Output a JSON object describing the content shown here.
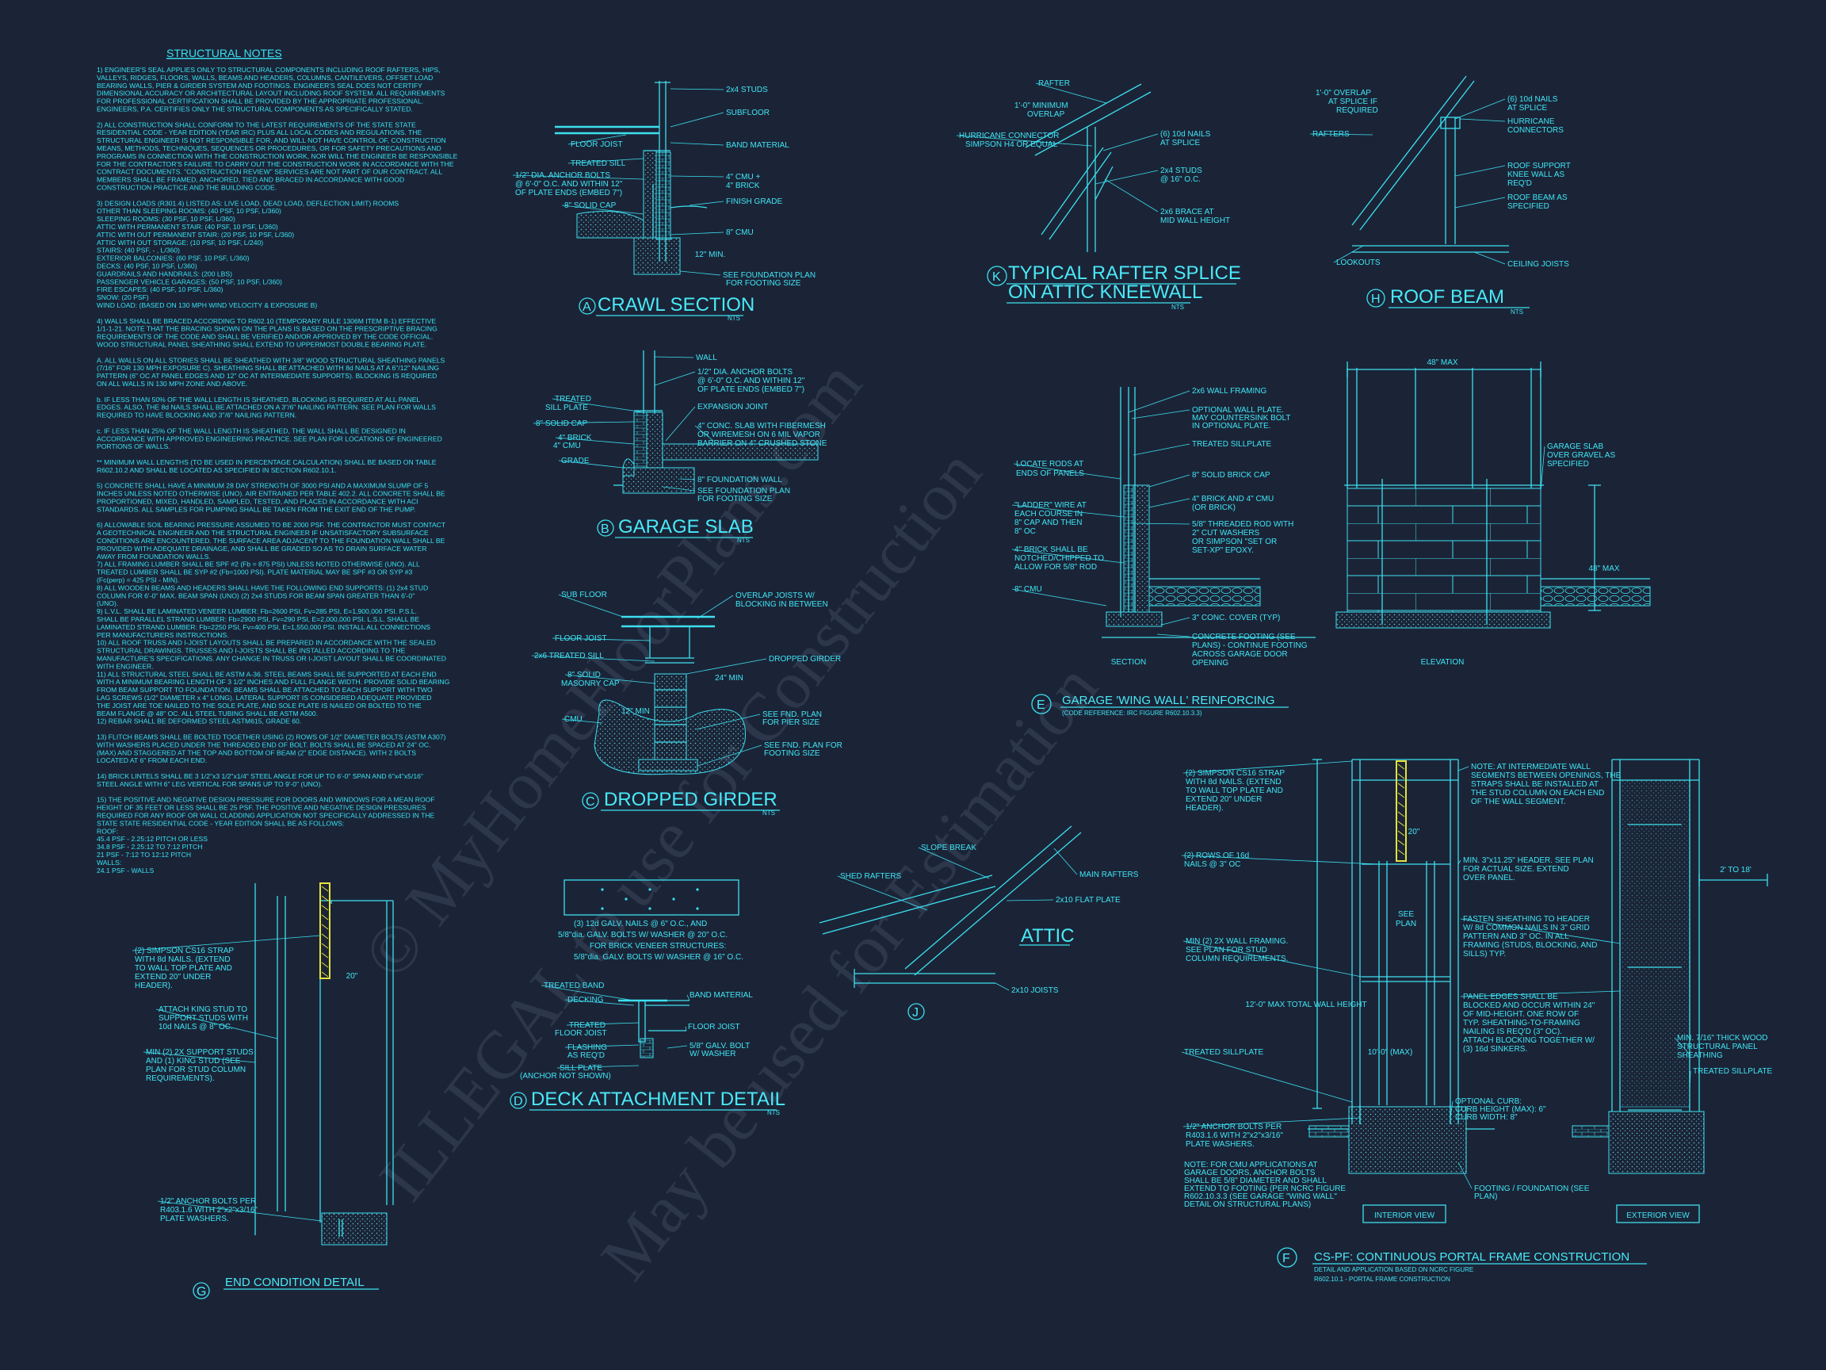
{
  "notes": {
    "title": "STRUCTURAL NOTES",
    "lines": [
      "1) ENGINEER'S SEAL APPLIES ONLY TO STRUCTURAL COMPONENTS INCLUDING ROOF RAFTERS, HIPS,",
      "VALLEYS, RIDGES, FLOORS, WALLS, BEAMS AND HEADERS, COLUMNS, CANTILEVERS, OFFSET LOAD",
      "BEARING WALLS, PIER & GIRDER SYSTEM AND FOOTINGS. ENGINEER'S SEAL DOES NOT CERTIFY",
      "DIMENSIONAL ACCURACY OR ARCHITECTURAL LAYOUT INCLUDING ROOF SYSTEM. ALL REQUIREMENTS",
      "FOR PROFESSIONAL CERTIFICATION SHALL BE PROVIDED BY THE APPROPRIATE PROFESSIONAL.",
      "ENGINEERS, P.A. CERTIFIES ONLY THE STRUCTURAL COMPONENTS AS SPECIFICALLY STATED.",
      "",
      "2) ALL CONSTRUCTION SHALL CONFORM TO THE LATEST REQUIREMENTS OF THE STATE STATE",
      "RESIDENTIAL CODE - YEAR EDITION (YEAR IRC) PLUS ALL LOCAL CODES AND REGULATIONS. THE",
      "STRUCTURAL ENGINEER IS NOT RESPONSIBLE FOR, AND WILL NOT HAVE CONTROL OF, CONSTRUCTION",
      "MEANS, METHODS, TECHNIQUES, SEQUENCES OR PROCEDURES, OR FOR SAFETY PRECAUTIONS AND",
      "PROGRAMS IN CONNECTION WITH THE CONSTRUCTION WORK, NOR WILL THE ENGINEER BE RESPONSIBLE",
      "FOR THE CONTRACTOR'S FAILURE TO CARRY OUT THE CONSTRUCTION WORK IN ACCORDANCE WITH THE",
      "CONTRACT DOCUMENTS. \"CONSTRUCTION REVIEW\" SERVICES ARE NOT PART OF OUR CONTRACT. ALL",
      "MEMBERS SHALL BE FRAMED, ANCHORED, TIED AND BRACED IN ACCORDANCE WITH GOOD",
      "CONSTRUCTION PRACTICE AND THE BUILDING CODE.",
      "",
      "3) DESIGN LOADS (R301.4) LISTED AS: LIVE LOAD, DEAD LOAD, DEFLECTION LIMIT) ROOMS",
      "OTHER THAN SLEEPING ROOMS: (40 PSF, 10 PSF, L/360)",
      "SLEEPING ROOMS: (30 PSF, 10 PSF, L/360)",
      "ATTIC WITH PERMANENT STAIR: (40 PSF, 10 PSF, L/360)",
      "ATTIC WITH OUT PERMANENT STAIR: (20 PSF, 10 PSF, L/360)",
      "ATTIC WITH OUT STORAGE: (10 PSF, 10 PSF, L/240)",
      "STAIRS: (40 PSF, - , L/360)",
      "EXTERIOR BALCONIES: (60 PSF, 10 PSF, L/360)",
      "DECKS: (40 PSF, 10 PSF, L/360)",
      "GUARDRAILS AND HANDRAILS: (200 LBS)",
      "PASSENGER VEHICLE GARAGES: (50 PSF, 10 PSF, L/360)",
      "FIRE ESCAPES: (40 PSF, 10 PSF, L/360)",
      "SNOW: (20    PSF)",
      "WIND LOAD: (BASED ON 130 MPH WIND VELOCITY & EXPOSURE B)",
      "",
      "4) WALLS SHALL BE BRACED ACCORDING TO R602.10 (TEMPORARY RULE 1306M ITEM B-1) EFFECTIVE",
      "1/1-1-21. NOTE THAT THE BRACING SHOWN ON THE PLANS IS BASED ON THE PRESCRIPTIVE BRACING",
      "REQUIREMENTS OF THE CODE AND SHALL BE VERIFIED AND/OR APPROVED BY THE CODE OFFICIAL.",
      "WOOD STRUCTURAL PANEL SHEATHING SHALL EXTEND TO UPPERMOST DOUBLE BEARING PLATE.",
      "",
      "A. ALL WALLS ON ALL STORIES SHALL BE SHEATHED WITH 3/8\" WOOD STRUCTURAL SHEATHING PANELS",
      "(7/16\" FOR 130 MPH EXPOSURE C). SHEATHING SHALL BE ATTACHED WITH 8d NAILS AT A 6\"/12\" NAILING",
      "PATTERN (6\" OC AT PANEL EDGES AND 12\" OC AT INTERMEDIATE SUPPORTS). BLOCKING IS REQUIRED",
      "ON ALL WALLS IN 130 MPH ZONE AND ABOVE.",
      "",
      "b. IF LESS THAN 50% OF THE WALL LENGTH IS SHEATHED, BLOCKING IS REQUIRED AT ALL PANEL",
      "EDGES. ALSO, THE 8d NAILS SHALL BE ATTACHED ON A 3\"/6\" NAILING PATTERN. SEE PLAN FOR WALLS",
      "REQUIRED TO HAVE BLOCKING AND 3\"/6\" NAILING PATTERN.",
      "",
      "c. IF LESS THAN 25% OF THE WALL LENGTH IS SHEATHED, THE WALL SHALL BE DESIGNED IN",
      "ACCORDANCE WITH APPROVED ENGINEERING PRACTICE. SEE PLAN FOR LOCATIONS OF ENGINEERED",
      "PORTIONS OF WALLS.",
      "",
      "** MINIMUM WALL LENGTHS (TO BE USED IN PERCENTAGE CALCULATION) SHALL BE BASED ON TABLE",
      "R602.10.2 AND SHALL BE LOCATED AS SPECIFIED IN SECTION R602.10.1.",
      "",
      "5) CONCRETE SHALL HAVE A MINIMUM 28 DAY STRENGTH OF 3000 PSI AND A MAXIMUM SLUMP OF 5",
      "INCHES UNLESS NOTED OTHERWISE (UNO). AIR ENTRAINED PER TABLE 402.2. ALL CONCRETE SHALL BE",
      "PROPORTIONED, MIXED, HANDLED, SAMPLED, TESTED, AND PLACED IN ACCORDANCE WITH ACI",
      "STANDARDS. ALL SAMPLES FOR PUMPING SHALL BE TAKEN FROM THE EXIT END OF THE PUMP.",
      "",
      "6) ALLOWABLE SOIL BEARING PRESSURE ASSUMED TO BE 2000 PSF. THE CONTRACTOR MUST CONTACT",
      "A GEOTECHNICAL ENGINEER AND THE STRUCTURAL ENGINEER IF UNSATISFACTORY SUBSURFACE",
      "CONDITIONS ARE ENCOUNTERED. THE SURFACE AREA ADJACENT TO THE FOUNDATION WALL SHALL BE",
      "PROVIDED WITH ADEQUATE DRAINAGE, AND SHALL BE GRADED SO AS TO DRAIN SURFACE WATER",
      "AWAY FROM FOUNDATION WALLS.",
      "7) ALL FRAMING LUMBER SHALL BE SPF #2 (Fb = 875 PSI) UNLESS NOTED OTHERWISE (UNO). ALL",
      "TREATED LUMBER SHALL BE SYP #2 (Fb=1000 PSI). PLATE MATERIAL MAY BE SPF #3 OR SYP #3",
      "(Fc(perp) = 425 PSI - MIN).",
      "8) ALL WOODEN BEAMS AND HEADERS SHALL HAVE THE FOLLOWING END SUPPORTS: (1) 2x4 STUD",
      "COLUMN FOR 6'-0\" MAX. BEAM SPAN (UNO) (2) 2x4 STUDS FOR BEAM SPAN GREATER THAN 6'-0\"",
      "(UNO).",
      "9) L.V.L. SHALL BE LAMINATED VENEER LUMBER: Fb=2600 PSI, Fv=285 PSI, E=1,900,000 PSI. P.S.L.",
      "SHALL BE PARALLEL STRAND LUMBER: Fb=2900 PSI, Fv=290 PSI, E=2,000,000 PSI. L.S.L. SHALL BE",
      "LAMINATED STRAND LUMBER: Fb=2250 PSI, Fv=400 PSI, E=1,550,000 PSI. INSTALL ALL CONNECTIONS",
      "PER MANUFACTURERS INSTRUCTIONS.",
      "10) ALL ROOF TRUSS AND I-JOIST LAYOUTS SHALL BE PREPARED IN ACCORDANCE WITH THE SEALED",
      "STRUCTURAL DRAWINGS. TRUSSES AND I-JOISTS SHALL BE INSTALLED ACCORDING TO THE",
      "MANUFACTURE'S SPECIFICATIONS. ANY CHANGE IN TRUSS OR I-JOIST LAYOUT SHALL BE COORDINATED",
      "WITH ENGINEER.",
      "11) ALL STRUCTURAL STEEL SHALL BE ASTM A-36. STEEL BEAMS SHALL BE SUPPORTED AT EACH END",
      "WITH A MINIMUM BEARING LENGTH OF 3 1/2\" INCHES AND FULL FLANGE WIDTH. PROVIDE SOLID BEARING",
      "FROM BEAM SUPPORT TO FOUNDATION. BEAMS SHALL BE ATTACHED TO EACH SUPPORT WITH TWO",
      "LAG SCREWS (1/2\" DIAMETER x 4\" LONG). LATERAL SUPPORT IS CONSIDERED ADEQUATE PROVIDED",
      "THE JOIST ARE TOE NAILED TO THE SOLE PLATE, AND SOLE PLATE IS NAILED OR BOLTED TO THE",
      "BEAM FLANGE @ 48\" OC. ALL STEEL TUBING SHALL BE ASTM A500.",
      "12) REBAR SHALL BE DEFORMED STEEL ASTM615, GRADE 60.",
      "",
      "13) FLITCH BEAMS SHALL BE BOLTED TOGETHER USING (2) ROWS OF 1/2\" DIAMETER BOLTS (ASTM A307)",
      "WITH WASHERS PLACED UNDER THE THREADED END OF BOLT. BOLTS SHALL BE SPACED AT 24\" OC.",
      "(MAX) AND STAGGERED AT THE TOP AND BOTTOM OF BEAM (2\" EDGE DISTANCE). WITH 2 BOLTS",
      "LOCATED AT 6\" FROM EACH END.",
      "",
      "14) BRICK LINTELS SHALL BE 3 1/2\"x3 1/2\"x1/4\" STEEL ANGLE FOR UP TO 6'-0\" SPAN AND 6\"x4\"x5/16\"",
      "STEEL ANGLE WITH 6\" LEG VERTICAL FOR SPANS UP TO 9'-0\" (UNO).",
      "",
      "15) THE POSITIVE AND NEGATIVE DESIGN PRESSURE FOR DOORS AND WINDOWS FOR A MEAN ROOF",
      "HEIGHT OF 35 FEET OR LESS SHALL BE 25 PSF. THE POSITIVE AND NEGATIVE DESIGN PRESSURES",
      "REQUIRED FOR ANY ROOF OR WALL CLADDING APPLICATION NOT SPECIFICALLY ADDRESSED IN THE",
      "STATE STATE RESIDENTIAL CODE - YEAR EDITION SHALL BE AS FOLLOWS:",
      "ROOF:",
      "45.4 PSF - 2.25:12 PITCH OR LESS",
      "34.8 PSF - 2.25:12 TO 7:12 PITCH",
      "21 PSF - 7:12 TO 12:12 PITCH",
      "WALLS:",
      "24.1 PSF - WALLS"
    ]
  },
  "details": {
    "a": {
      "tag": "A",
      "title": "CRAWL SECTION",
      "scale": "NTS",
      "labels": [
        "2x4 STUDS",
        "SUBFLOOR",
        "BAND MATERIAL",
        "FLOOR JOIST",
        "TREATED SILL",
        "1/2\" DIA. ANCHOR BOLTS",
        "@ 6'-0\" O.C. AND WITHIN 12\"",
        "OF PLATE ENDS (EMBED 7\")",
        "4\" CMU +",
        "4\" BRICK",
        "8\" SOLID CAP",
        "FINISH GRADE",
        "8\" CMU",
        "SEE FOUNDATION PLAN",
        "FOR FOOTING SIZE",
        "12\" MIN."
      ]
    },
    "b": {
      "tag": "B",
      "title": "GARAGE SLAB",
      "scale": "NTS",
      "labels": [
        "WALL",
        "1/2\" DIA. ANCHOR BOLTS",
        "@ 6'-0\" O.C. AND WITHIN 12\"",
        "OF PLATE ENDS (EMBED 7\")",
        "TREATED",
        "SILL PLATE",
        "EXPANSION JOINT",
        "8\" SOLID CAP",
        "4\" CONC. SLAB WITH FIBERMESH",
        "OR WIREMESH ON 6 MIL VAPOR",
        "BARRIER ON 4\" CRUSHED STONE",
        "4\" BRICK",
        "4\" CMU",
        "GRADE",
        "8\" FOUNDATION WALL",
        "SEE FOUNDATION PLAN",
        "FOR FOOTING SIZE"
      ]
    },
    "c": {
      "tag": "C",
      "title": "DROPPED GIRDER",
      "scale": "NTS",
      "labels": [
        "SUB FLOOR",
        "OVERLAP JOISTS W/",
        "BLOCKING IN BETWEEN",
        "FLOOR JOIST",
        "2x6 TREATED SILL",
        "DROPPED GIRDER",
        "8\" SOLID",
        "MASONRY CAP",
        "CMU",
        "SEE FND. PLAN",
        "FOR PIER SIZE",
        "SEE FND. PLAN FOR",
        "FOOTING SIZE",
        "12\" MIN",
        "24\" MIN"
      ]
    },
    "d": {
      "tag": "D",
      "title": "DECK ATTACHMENT DETAIL",
      "scale": "NTS",
      "labels": [
        "(3) 12d GALV. NAILS @ 6\" O.C., AND",
        "5/8\"dia. GALV. BOLTS W/ WASHER @ 20\" O.C.",
        "FOR BRICK VENEER STRUCTURES:",
        "5/8\"dia. GALV. BOLTS W/ WASHER @ 16\" O.C.",
        "TREATED BAND",
        "BAND MATERIAL",
        "DECKING",
        "TREATED",
        "FLOOR JOIST",
        "FLOOR JOIST",
        "FLASHING",
        "AS REQ'D",
        "5/8\" GALV. BOLT",
        "W/ WASHER",
        "SILL PLATE",
        "(ANCHOR NOT SHOWN)"
      ]
    },
    "e": {
      "tag": "E",
      "title": "GARAGE 'WING WALL' REINFORCING",
      "subtitle": "(CODE REFERENCE: IRC FIGURE R602.10.3.3)",
      "labels": [
        "2x6 WALL FRAMING",
        "OPTIONAL WALL PLATE.",
        "MAY COUNTERSINK BOLT",
        "IN OPTIONAL PLATE.",
        "TREATED SILLPLATE",
        "LOCATE RODS AT",
        "ENDS OF PANELS",
        "8\" SOLID BRICK CAP",
        "4\" BRICK AND 4\" CMU",
        "(OR BRICK)",
        "\"LADDER\" WIRE AT",
        "EACH COURSE IN",
        "8\" CAP AND THEN",
        "8\" OC",
        "5/8\" THREADED ROD WITH",
        "2\" CUT WASHERS",
        "OR SIMPSON \"SET OR",
        "SET-XP\" EPOXY.",
        "4\" BRICK SHALL BE",
        "NOTCHED/CHIPPED TO",
        "ALLOW FOR 5/8\" ROD",
        "8\" CMU",
        "3\" CONC. COVER (TYP)",
        "CONCRETE FOOTING (SEE",
        "PLANS) - CONTINUE FOOTING",
        "ACROSS GARAGE DOOR",
        "OPENING",
        "SECTION",
        "48\" MAX",
        "GARAGE SLAB",
        "OVER GRAVEL AS",
        "SPECIFIED",
        "48\" MAX",
        "ELEVATION"
      ]
    },
    "f": {
      "tag": "F",
      "title": "CS-PF: CONTINUOUS PORTAL FRAME CONSTRUCTION",
      "subtitle1": "DETAIL AND APPLICATION BASED ON NCRC FIGURE",
      "subtitle2": "R602.10.1 - PORTAL FRAME CONSTRUCTION",
      "labels": [
        "(2) SIMPSON CS16 STRAP",
        "WITH 8d NAILS. (EXTEND",
        "TO WALL TOP PLATE AND",
        "EXTEND 20\" UNDER",
        "HEADER).",
        "(2) ROWS OF 16d",
        "NAILS @ 3\" OC",
        "MIN (2) 2X WALL FRAMING.",
        "SEE PLAN FOR STUD",
        "COLUMN REQUIREMENTS.",
        "TREATED SILLPLATE",
        "1/2\" ANCHOR BOLTS PER",
        "R403.1.6 WITH 2\"x2\"x3/16\"",
        "PLATE WASHERS.",
        "NOTE: FOR CMU APPLICATIONS AT",
        "GARAGE DOORS, ANCHOR BOLTS",
        "SHALL BE 5/8\" DIAMETER AND SHALL",
        "EXTEND TO FOOTING (PER NCRC FIGURE",
        "R602.10.3.3 (SEE GARAGE \"WING WALL\"",
        "DETAIL ON STRUCTURAL PLANS)",
        "NOTE: AT INTERMEDIATE WALL",
        "SEGMENTS BETWEEN OPENINGS, THE",
        "STRAPS SHALL BE INSTALLED AT",
        "THE STUD COLUMN ON EACH END",
        "OF THE WALL SEGMENT.",
        "MIN. 3\"x11.25\" HEADER. SEE PLAN",
        "FOR ACTUAL SIZE. EXTEND",
        "OVER PANEL.",
        "FASTEN SHEATHING TO HEADER",
        "W/ 8d COMMON NAILS IN 3\" GRID",
        "PATTERN AND 3\" OC. IN ALL",
        "FRAMING (STUDS, BLOCKING, AND",
        "SILLS) TYP.",
        "PANEL EDGES SHALL BE",
        "BLOCKED AND OCCUR WITHIN 24\"",
        "OF MID-HEIGHT. ONE ROW OF",
        "TYP. SHEATHING-TO-FRAMING",
        "NAILING IS REQ'D (3\" OC).",
        "ATTACH BLOCKING TOGETHER W/",
        "(3) 16d SINKERS.",
        "MIN. 7/16\" THICK WOOD",
        "STRUCTURAL PANEL",
        "SHEATHING",
        "TREATED SILLPLATE",
        "2' TO 18'",
        "OPTIONAL CURB:",
        "CURB HEIGHT (MAX): 6\"",
        "CURB WIDTH: 8\"",
        "FOOTING / FOUNDATION (SEE",
        "PLAN)",
        "INTERIOR VIEW",
        "EXTERIOR VIEW",
        "SEE",
        "PLAN",
        "12'-0\" MAX TOTAL WALL HEIGHT",
        "10'-0\" (MAX)",
        "20\""
      ]
    },
    "g": {
      "tag": "G",
      "title": "END CONDITION DETAIL",
      "subtitle1": "(FOR USE WITH SINGLE CS-PF CONDITION)",
      "subtitle2": "DETAIL AND APPLICATION BASED ON NCRC",
      "subtitle3": "FIGURE R602.10.1 - PORTAL FRAME CONSTRUCTION",
      "labels": [
        "(2) SIMPSON CS16 STRAP",
        "WITH 8d NAILS. (EXTEND",
        "TO WALL TOP PLATE AND",
        "EXTEND 20\" UNDER",
        "HEADER).",
        "ATTACH KING STUD TO",
        "SUPPORT STUDS WITH",
        "10d NAILS @ 8\" OC.",
        "MIN (2) 2X SUPPORT STUDS",
        "AND (1) KING STUD (SEE",
        "PLAN FOR STUD COLUMN",
        "REQUIREMENTS).",
        "1/2\" ANCHOR BOLTS PER",
        "R403.1.6 WITH 2\"x2\"x3/16\"",
        "PLATE WASHERS.",
        "20\""
      ]
    },
    "h": {
      "tag": "H",
      "title": "ROOF BEAM",
      "scale": "NTS",
      "labels": [
        "1'-0\" OVERLAP",
        "AT SPLICE IF",
        "REQUIRED",
        "(6) 10d NAILS",
        "AT SPLICE",
        "RAFTERS",
        "HURRICANE",
        "CONNECTORS",
        "ROOF SUPPORT",
        "KNEE WALL AS",
        "REQ'D",
        "ROOF BEAM AS",
        "SPECIFIED",
        "LOOKOUTS",
        "CEILING JOISTS"
      ]
    },
    "j": {
      "tag": "J",
      "title": "ATTIC",
      "labels": [
        "SLOPE BREAK",
        "SHED RAFTERS",
        "MAIN RAFTERS",
        "2x10 FLAT PLATE",
        "2x10 JOISTS"
      ]
    },
    "k": {
      "tag": "K",
      "title1": "TYPICAL RAFTER SPLICE",
      "title2": "ON ATTIC KNEEWALL",
      "scale": "NTS",
      "labels": [
        "RAFTER",
        "1'-0\" MINIMUM",
        "OVERLAP",
        "HURRICANE CONNECTOR",
        "SIMPSON H4 OR EQUAL",
        "(6) 10d NAILS",
        "AT SPLICE",
        "2x4 STUDS",
        "@ 16\" O.C.",
        "2x6 BRACE AT",
        "MID WALL HEIGHT"
      ]
    }
  },
  "watermark": {
    "line1": "© MyHomeFloorPlans.com",
    "line2": "ILLEGAL to use for Construction",
    "line3": "May be used for Estimation"
  },
  "colors": {
    "background": "#1b2437",
    "linework": "#3ce0ef",
    "strap": "#e6e23c"
  }
}
